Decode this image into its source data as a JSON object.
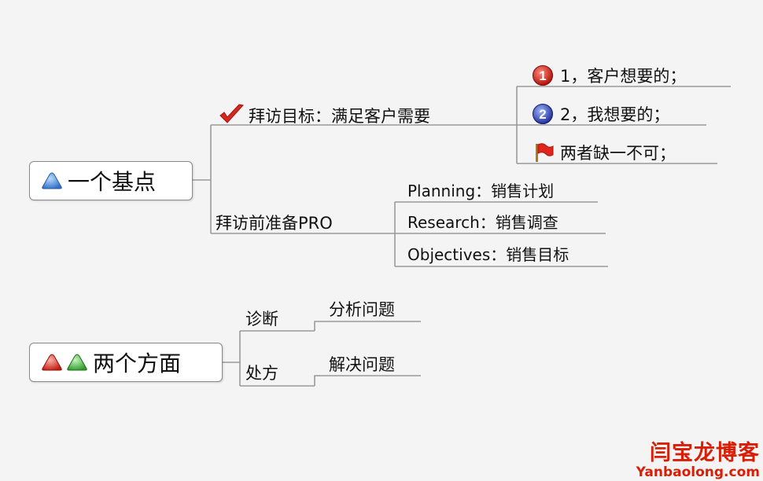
{
  "mindmap": {
    "root1": {
      "label": "一个基点",
      "icon": "blue-triangle-icon",
      "children": {
        "visit_goal": {
          "label": "拜访目标：满足客户需要",
          "icon": "red-checkmark-icon",
          "children": [
            {
              "label": "1，客户想要的；",
              "icon": "priority-1-icon"
            },
            {
              "label": "2，我想要的；",
              "icon": "priority-2-icon"
            },
            {
              "label": "两者缺一不可；",
              "icon": "red-flag-icon"
            }
          ]
        },
        "prep": {
          "label": "拜访前准备PRO",
          "children": [
            {
              "label": "Planning：销售计划"
            },
            {
              "label": "Research：销售调查"
            },
            {
              "label": "Objectives：销售目标"
            }
          ]
        }
      }
    },
    "root2": {
      "label": "两个方面",
      "icons": [
        "red-triangle-icon",
        "green-triangle-icon"
      ],
      "children": {
        "diagnosis": {
          "label": "诊断",
          "child": "分析问题"
        },
        "prescription": {
          "label": "处方",
          "child": "解决问题"
        }
      }
    }
  },
  "watermark": {
    "title": "闫宝龙博客",
    "url": "Yanbaolong.com"
  },
  "colors": {
    "background": "#f4f4f4",
    "connector": "#9a9a9a",
    "watermark": "#d81e06"
  }
}
